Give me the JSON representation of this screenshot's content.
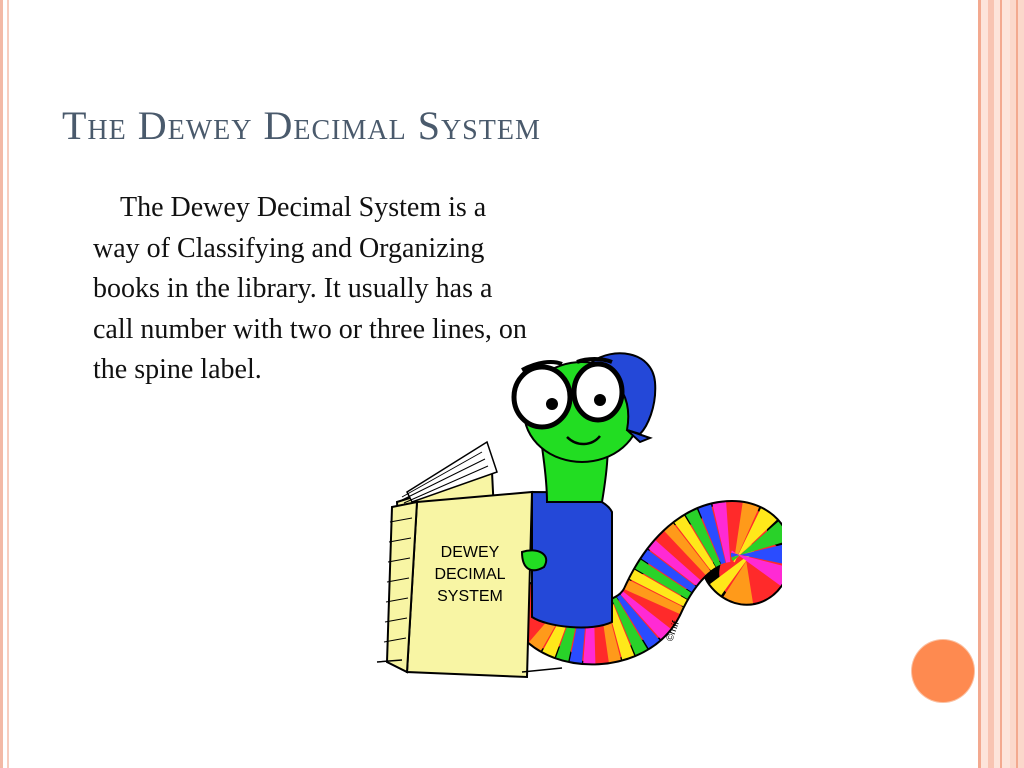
{
  "slide": {
    "title": "The Dewey Decimal System",
    "body": "The Dewey Decimal System is a way of Classifying and Organizing books in the library.  It usually has a call number with two or three lines, on the spine label."
  },
  "illustration": {
    "book_line_1": "DEWEY",
    "book_line_2": "DECIMAL",
    "book_line_3": "SYSTEM",
    "signature": "©mif"
  },
  "colors": {
    "title": "#4a5a6c",
    "accent_orange": "#fe8a50",
    "border_pink": "#f3a98f",
    "worm_green": "#22dd22",
    "cap_blue": "#2448d8",
    "book_yellow": "#f8f5a4"
  }
}
